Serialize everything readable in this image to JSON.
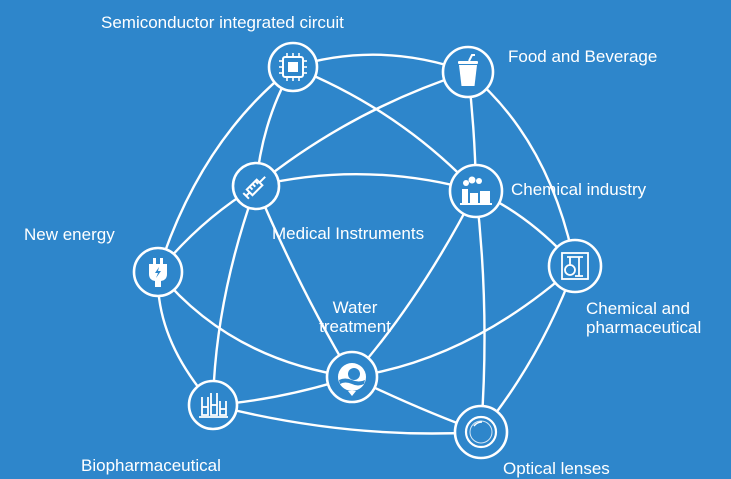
{
  "colors": {
    "background": "#2e86cb",
    "line": "#ffffff",
    "node_fill": "#2e86cb"
  },
  "nodes": [
    {
      "id": "semiconductor",
      "label": "Semiconductor integrated circuit",
      "icon": "chip-icon"
    },
    {
      "id": "food",
      "label": "Food and Beverage",
      "icon": "cup-icon"
    },
    {
      "id": "medical",
      "label": "Medical Instruments",
      "icon": "syringe-icon"
    },
    {
      "id": "chemical",
      "label": "Chemical industry",
      "icon": "factory-icon"
    },
    {
      "id": "newenergy",
      "label": "New energy",
      "icon": "plug-icon"
    },
    {
      "id": "pharma",
      "label": "Chemical and pharmaceutical",
      "icon": "apparatus-icon"
    },
    {
      "id": "water",
      "label": "Water treatment",
      "icon": "water-drop-icon"
    },
    {
      "id": "bio",
      "label": "Biopharmaceutical",
      "icon": "beaker-icon"
    },
    {
      "id": "optical",
      "label": "Optical lenses",
      "icon": "lens-icon"
    }
  ]
}
